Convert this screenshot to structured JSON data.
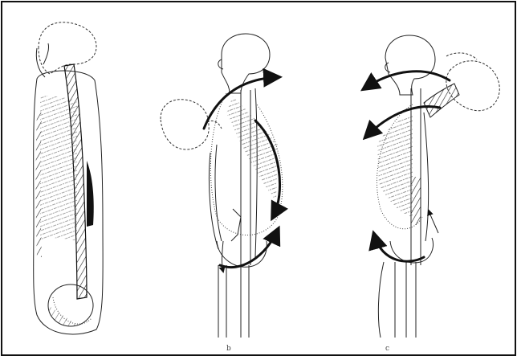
{
  "figure": {
    "panels": [
      {
        "id": "a",
        "label": ""
      },
      {
        "id": "b",
        "label": "b"
      },
      {
        "id": "c",
        "label": "c"
      }
    ]
  },
  "colors": {
    "ink": "#111111",
    "paper": "#ffffff"
  }
}
